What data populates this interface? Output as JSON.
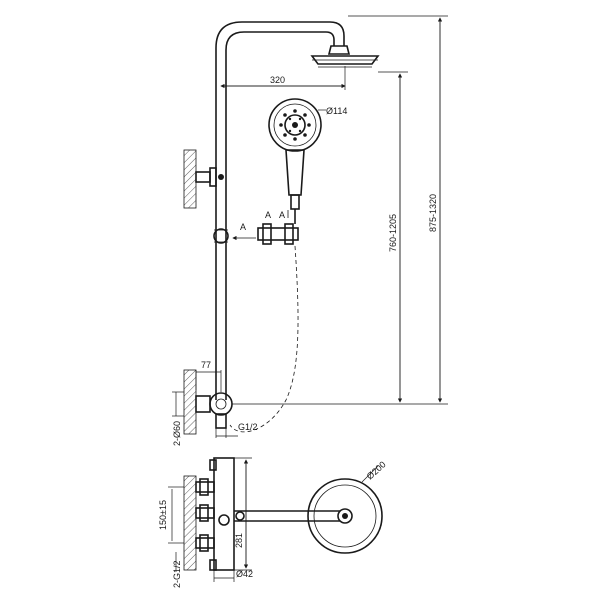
{
  "dimensions": {
    "arm_length": "320",
    "handshower_diameter": "Ø114",
    "slide_height": "760-1205",
    "total_height": "875-1320",
    "offset": "77",
    "inlet_thread": "G1/2",
    "inlet_pipe": "2-Ø60",
    "head_diameter": "Ø200",
    "valve_height": "281",
    "body_diameter": "Ø42",
    "inlet_spacing": "150±15",
    "inlet_threads": "2-G1/2"
  },
  "labels": {
    "view_a_left": "A",
    "view_a_right": "A",
    "view_a_arrow": "A"
  }
}
